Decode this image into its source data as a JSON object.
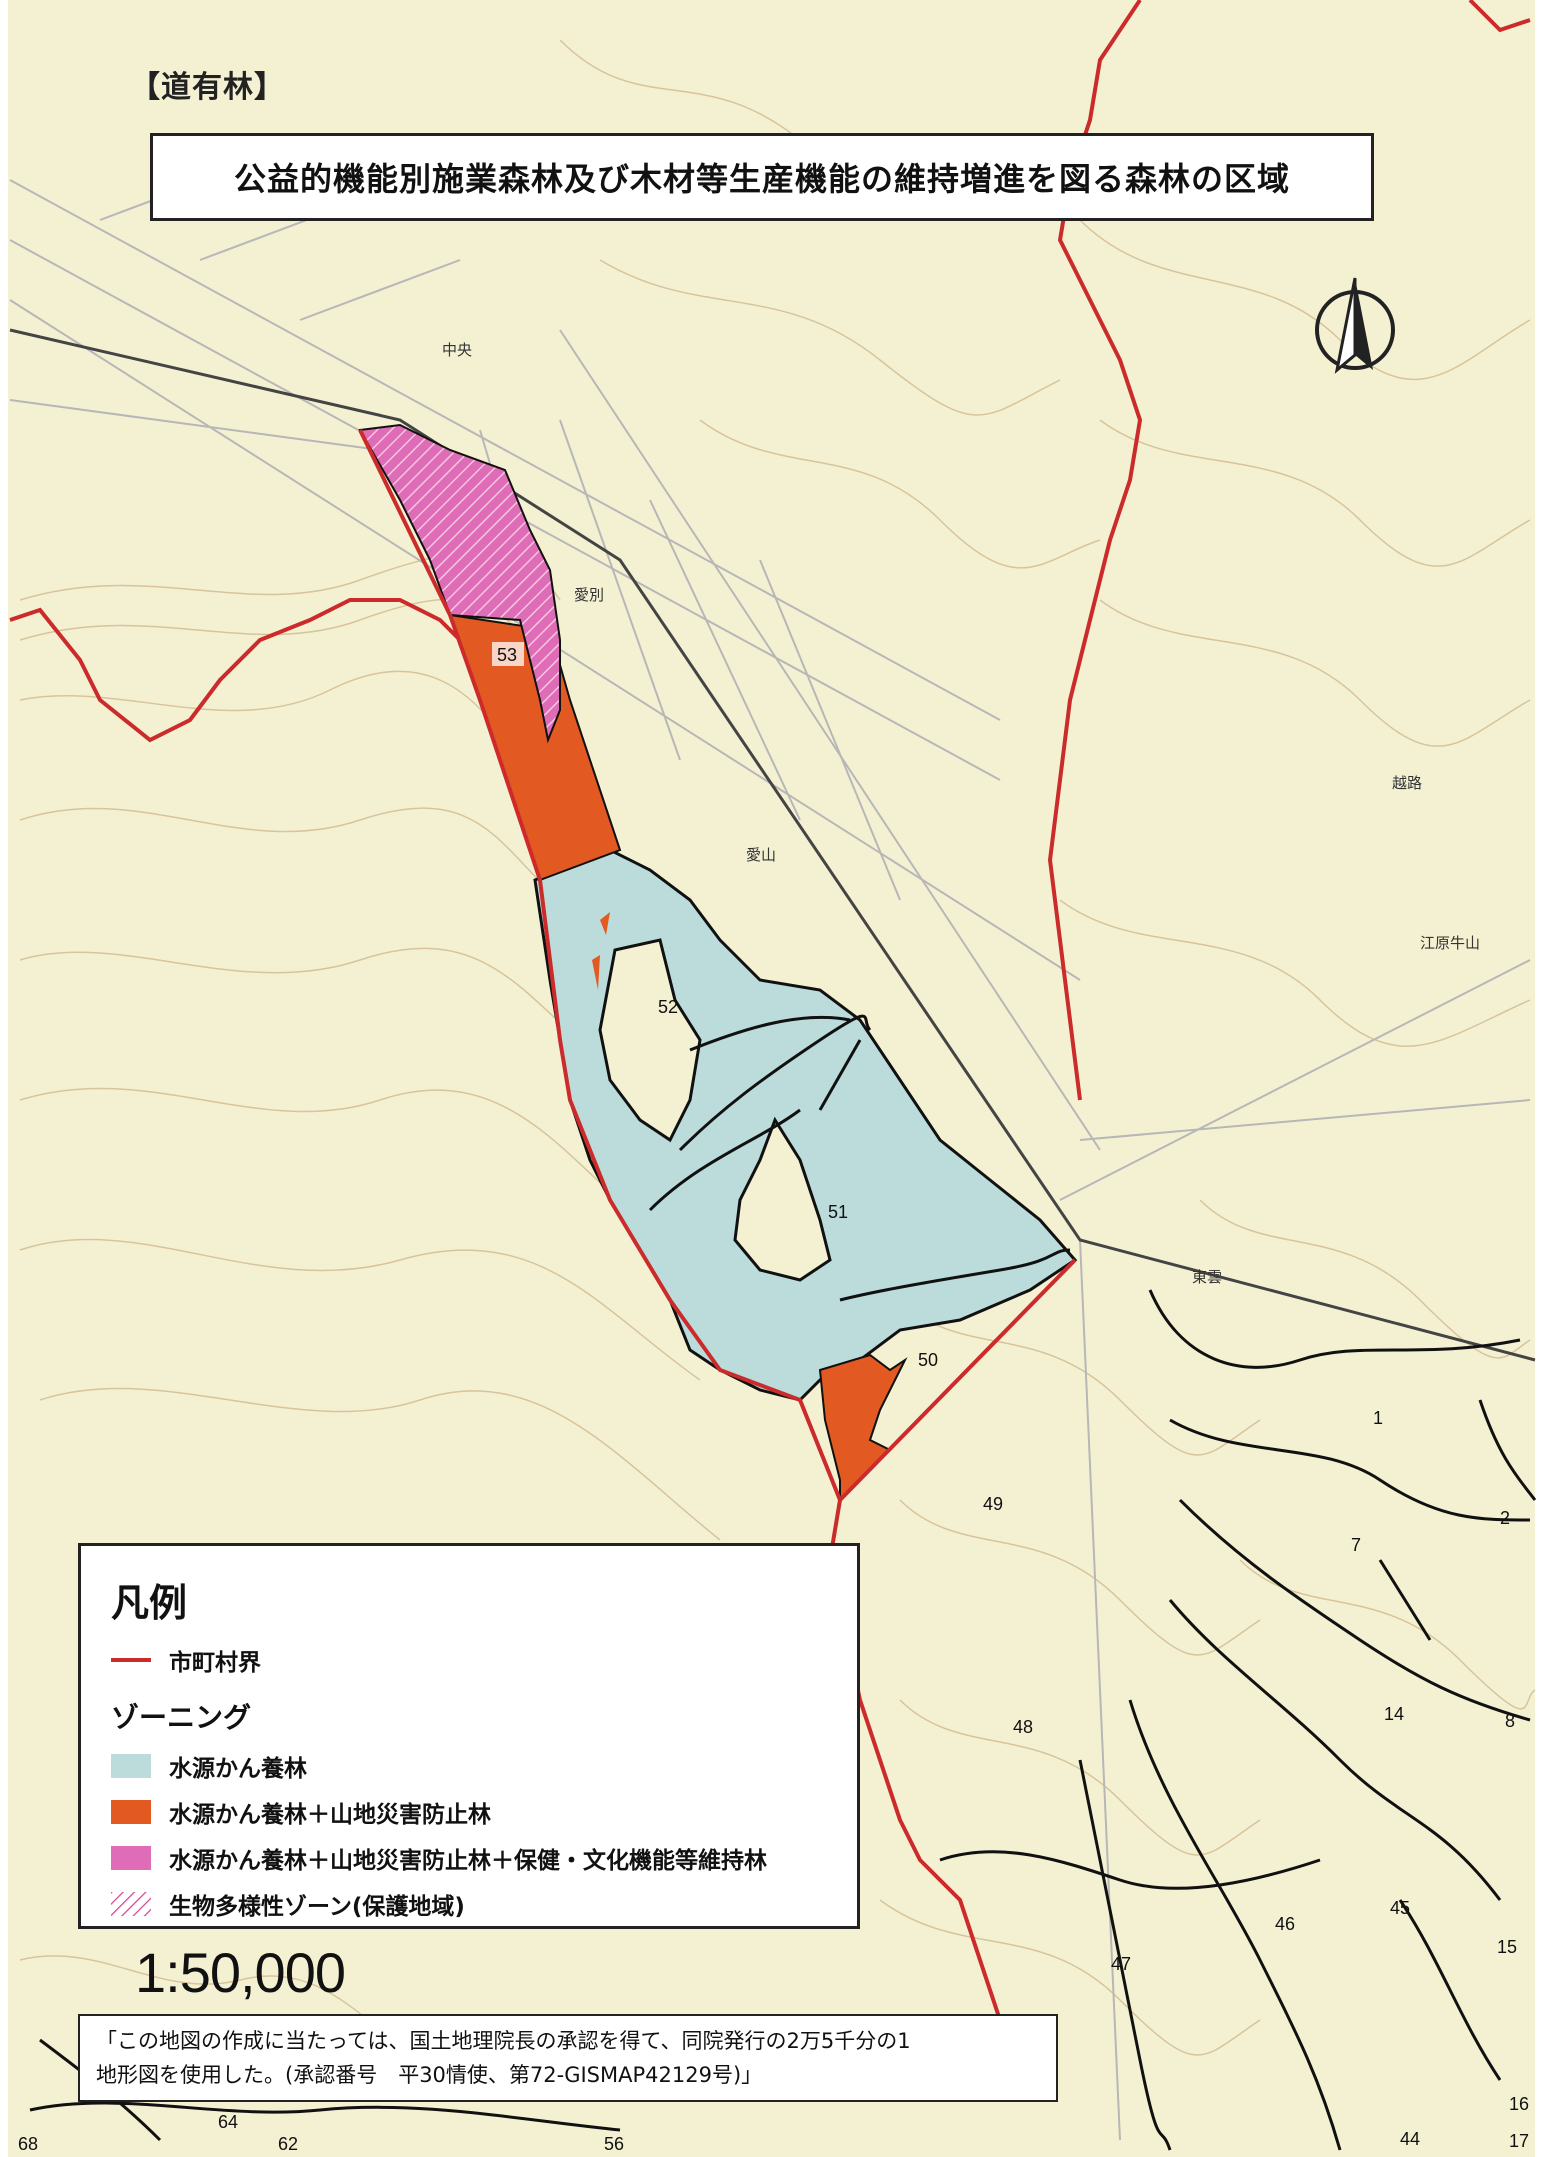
{
  "category": "【道有林】",
  "title": "公益的機能別施業森林及び木材等生産機能の維持増進を図る森林の区域",
  "colors": {
    "map_background": "#f4f1d3",
    "contour": "#d8c49a",
    "road": "#b7b7b7",
    "boundary": "#cc2b2b",
    "compartment_line": "#111111",
    "water_source": "#bcdcdb",
    "water_plus_disaster": "#e25a22",
    "water_disaster_health": "#df6cb6",
    "biodiversity_hatch": "#d34690"
  },
  "legend": {
    "title": "凡例",
    "boundary_label": "市町村界",
    "subheading": "ゾーニング",
    "items": [
      {
        "label": "水源かん養林",
        "swatch": "water_source"
      },
      {
        "label": "水源かん養林＋山地災害防止林",
        "swatch": "water_plus_disaster"
      },
      {
        "label": "水源かん養林＋山地災害防止林＋保健・文化機能等維持林",
        "swatch": "water_disaster_health"
      },
      {
        "label": "生物多様性ゾーン(保護地域)",
        "swatch": "biodiversity_hatch"
      }
    ]
  },
  "scale": "1:50,000",
  "credit": {
    "line1": "「この地図の作成に当たっては、国土地理院長の承認を得て、同院発行の2万5千分の1",
    "line2": "地形図を使用した。(承認番号　平30情使、第72-GISMAP42129号)」"
  },
  "compartments": [
    "53",
    "52",
    "51",
    "50",
    "49",
    "48",
    "47",
    "46",
    "45",
    "1",
    "2",
    "7",
    "8",
    "14",
    "15",
    "16",
    "17",
    "44",
    "56",
    "62",
    "64",
    "68"
  ],
  "place_names": [
    "中央",
    "愛山",
    "越路",
    "東雲",
    "愛別",
    "江原牛山"
  ],
  "icons": {
    "north_arrow": "north-arrow-icon"
  }
}
